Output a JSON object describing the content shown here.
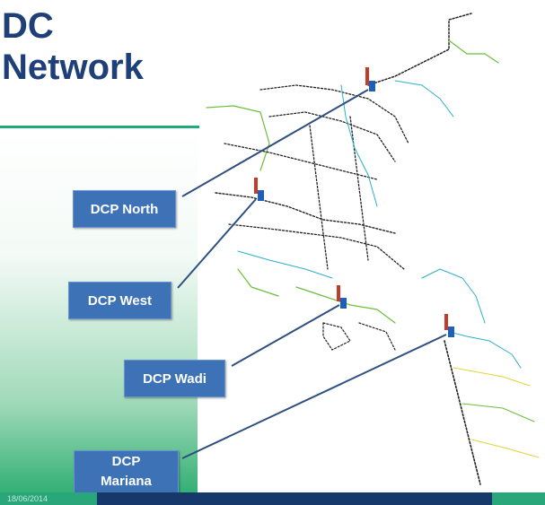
{
  "title": {
    "line1": "DC",
    "line2": "Network"
  },
  "labels": {
    "north": "DCP North",
    "west": "DCP West",
    "wadi": "DCP Wadi",
    "mariana": "DCP Mariana"
  },
  "footer": {
    "date": "18/06/2014"
  },
  "colors": {
    "title": "#1f3f78",
    "label_bg": "#3d73b6",
    "accent_green": "#1faa7a",
    "footer_dark": "#17386b"
  }
}
